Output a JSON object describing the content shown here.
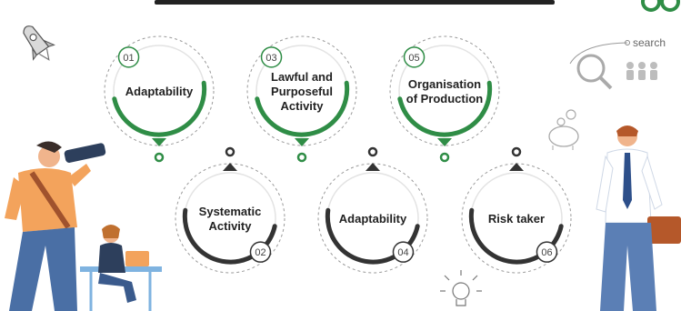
{
  "header": {
    "title_partial": ""
  },
  "search_label": "search",
  "colors": {
    "green": "#2f8d46",
    "dark": "#333333",
    "gray_dash": "#9a9a9a",
    "skin": "#f0b48c",
    "orange_shirt": "#f3a35c",
    "blue_pants": "#4a6fa5"
  },
  "steps": [
    {
      "num": "01",
      "lines": [
        "Adaptability"
      ],
      "color": "green",
      "row": "top"
    },
    {
      "num": "03",
      "lines": [
        "Lawful and",
        "Purposeful",
        "Activity"
      ],
      "color": "green",
      "row": "top"
    },
    {
      "num": "05",
      "lines": [
        "Organisation",
        "of Production"
      ],
      "color": "green",
      "row": "top"
    },
    {
      "num": "02",
      "lines": [
        "Systematic",
        "Activity"
      ],
      "color": "dark",
      "row": "bottom"
    },
    {
      "num": "04",
      "lines": [
        "Adaptability"
      ],
      "color": "dark",
      "row": "bottom"
    },
    {
      "num": "06",
      "lines": [
        "Risk taker"
      ],
      "color": "dark",
      "row": "bottom"
    }
  ],
  "icons": [
    "rocket-icon",
    "search-magnifier-icon",
    "people-icon",
    "piggy-bank-icon",
    "lightbulb-icon",
    "logo-icon"
  ]
}
